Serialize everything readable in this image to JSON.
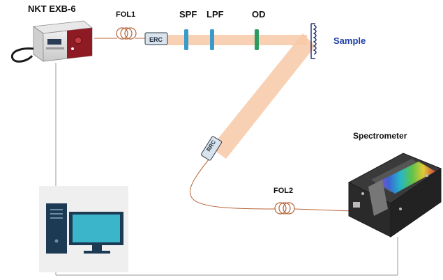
{
  "labels": {
    "source": "NKT EXB-6",
    "fiber1": "FOL1",
    "fiber2": "FOL2",
    "spf": "SPF",
    "lpf": "LPF",
    "od": "OD",
    "sample": "Sample",
    "spectrometer": "Spectrometer",
    "erc": "ERC",
    "rrc": "RRC"
  },
  "colors": {
    "beam": "#f7c9a8",
    "filter_spf": "#3a9bc8",
    "filter_lpf": "#3a9bc8",
    "filter_od": "#2e9a62",
    "sample_label": "#1f3ea8",
    "fiber": "#b7653a",
    "cable": "#9a9a9a"
  },
  "icons": {
    "source": "laser-source-icon",
    "computer": "computer-icon",
    "spectrometer": "spectrometer-icon",
    "sample": "sample-holder-icon"
  }
}
